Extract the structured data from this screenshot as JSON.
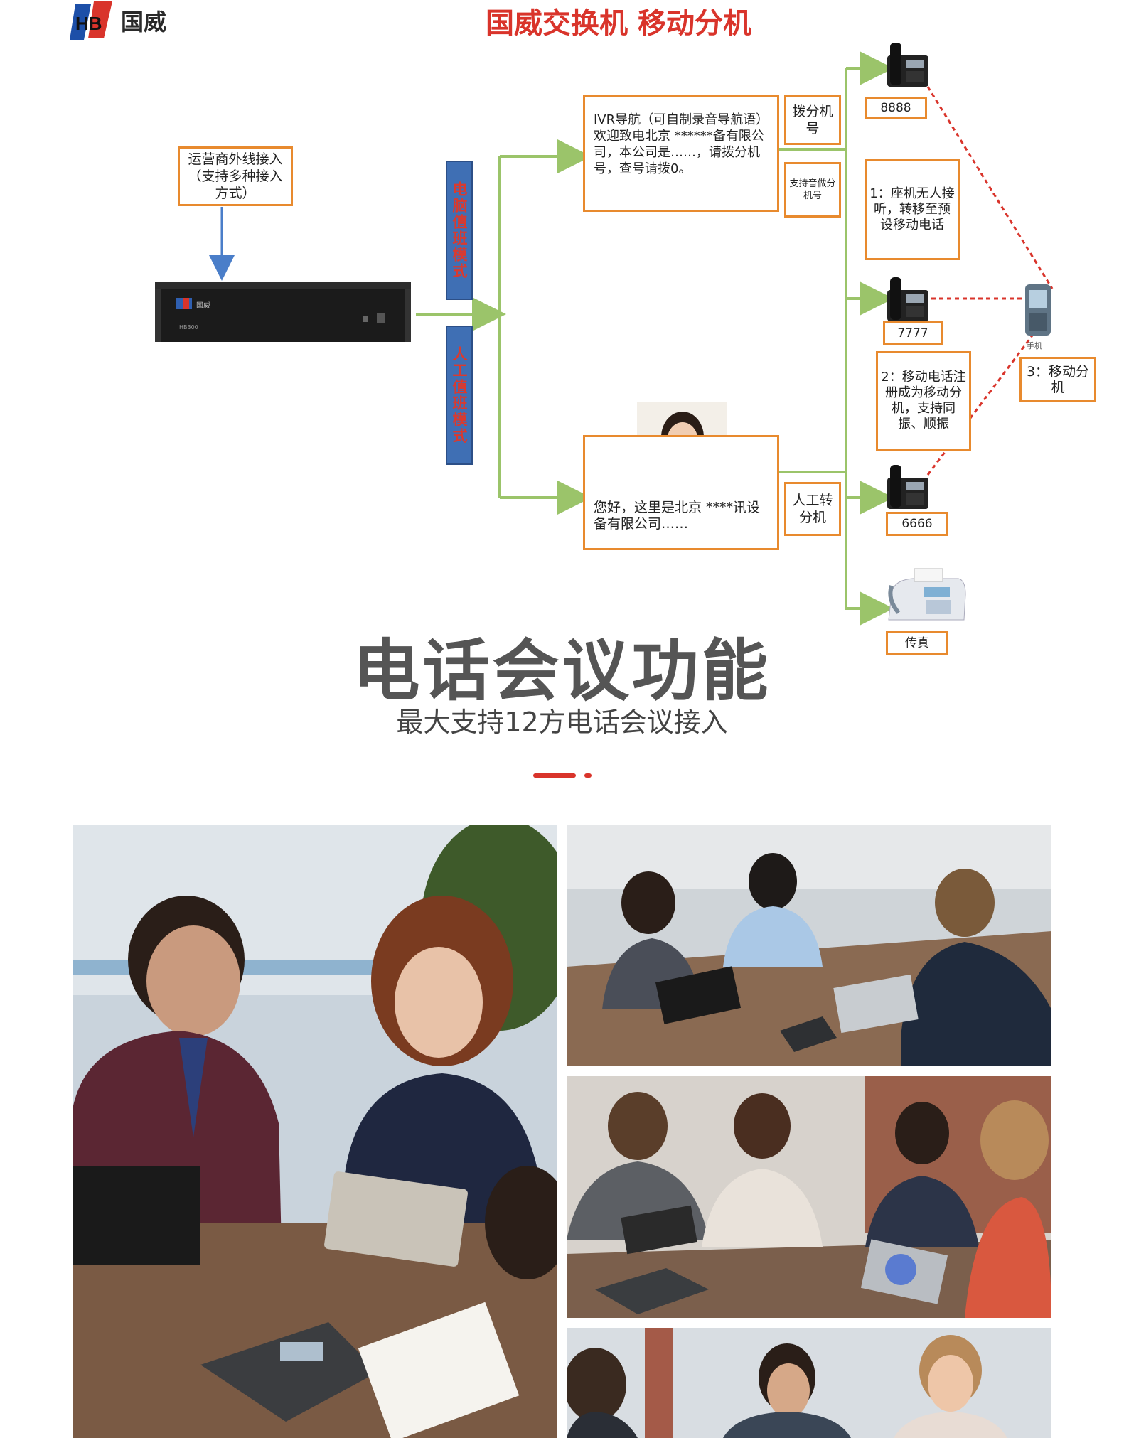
{
  "brand": {
    "logo_text": "国威",
    "logo_mark_letters": "HB"
  },
  "top_title": "国威交换机 移动分机",
  "diagram": {
    "carrier_box": "运营商外线接入（支持多种接入方式）",
    "device_label": "HB300",
    "mode_auto": "电脑值班模式",
    "mode_manual": "人工值班模式",
    "ivr_box": "IVR导航（可自制录音导航语）欢迎致电北京 ******备有限公司，本公司是……，请拨分机号，查号请拨0。",
    "dial_ext": "拨分机号",
    "support_ext": "支持音做分机号",
    "manual_box": "您好，这里是北京 ****讯设备有限公司……",
    "manual_transfer": "人工转分机",
    "ext_8888": "8888",
    "ext_7777": "7777",
    "ext_6666": "6666",
    "fax": "传真",
    "note_1": "1：座机无人接听，转移至预设移动电话",
    "note_2": "2：移动电话注册成为移动分机，支持同振、顺振",
    "note_3": "3：移动分机",
    "mobile_caption": "手机"
  },
  "section": {
    "heading": "电话会议功能",
    "subheading": "最大支持12方电话会议接入"
  },
  "colors": {
    "accent": "#d9342b",
    "box_border": "#e88a2e",
    "flow_green": "#9bc46a",
    "mode_blue": "#3f6fb4",
    "dashed_red": "#d9342b"
  }
}
